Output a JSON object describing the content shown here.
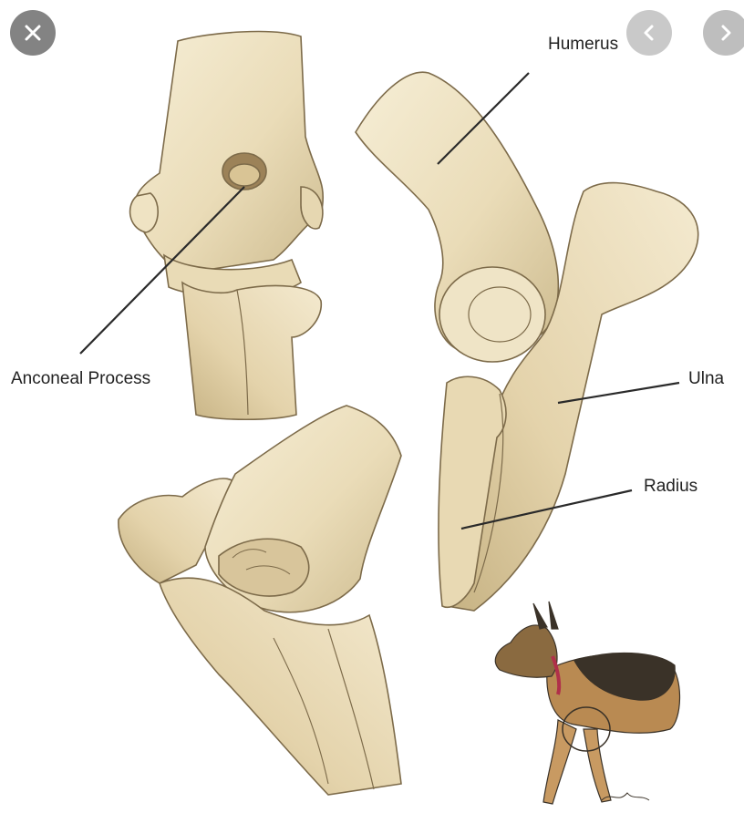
{
  "labels": {
    "humerus": "Humerus",
    "anconeal_process": "Anconeal Process",
    "ulna": "Ulna",
    "radius": "Radius"
  },
  "controls": {
    "close_icon": "close-icon",
    "prev_icon": "chevron-left-icon",
    "next_icon": "chevron-right-icon"
  },
  "colors": {
    "bone_fill": "#ede2c4",
    "bone_shade": "#c9b88f",
    "bone_outline": "#7d6b4a",
    "leader_line": "#2a2a2a",
    "dog_dark": "#3a3228",
    "dog_tan": "#b98a52",
    "collar": "#b0304a"
  }
}
